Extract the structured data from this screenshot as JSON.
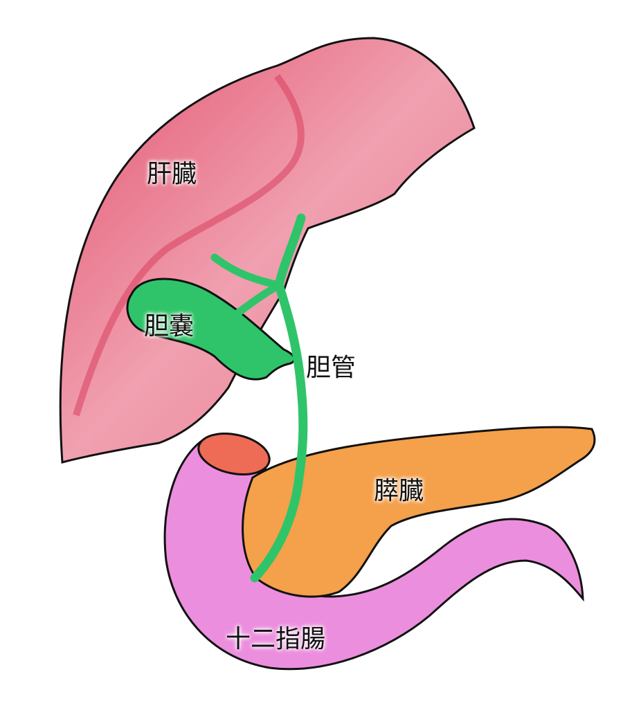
{
  "labels": {
    "liver": "肝臓",
    "gallbladder": "胆嚢",
    "bile_duct": "胆管",
    "pancreas": "膵臓",
    "duodenum": "十二指腸"
  },
  "colors": {
    "liver": "#e66a86",
    "liver_dark": "#d9405f",
    "gallbladder": "#2fc46a",
    "pancreas": "#f5a04a",
    "duodenum": "#ec8ede",
    "duodenum_lumen": "#ee6b55",
    "outline": "#111111"
  }
}
